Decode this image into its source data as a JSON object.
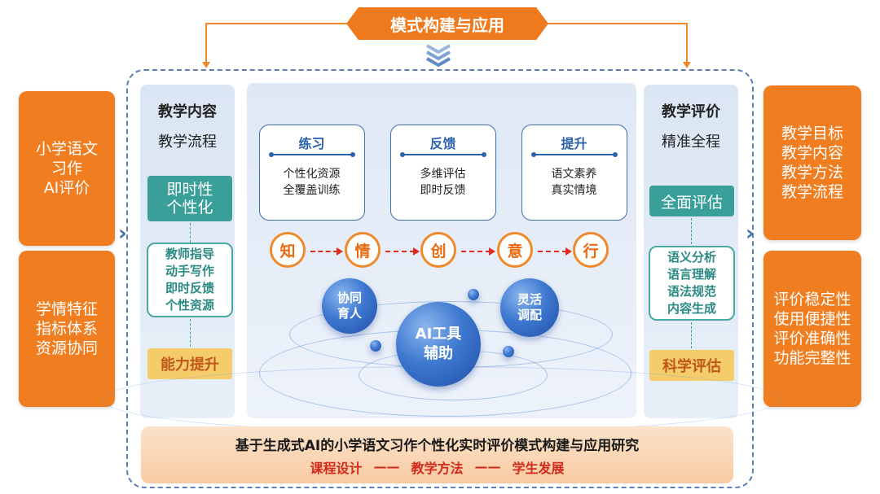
{
  "banner": {
    "label": "模式构建与应用"
  },
  "left_outer": {
    "top_lines": [
      "小学语文",
      "习作",
      "AI评价"
    ],
    "bottom_lines": [
      "学情特征",
      "指标体系",
      "资源协同"
    ]
  },
  "right_outer": {
    "top_lines": [
      "教学目标",
      "教学内容",
      "教学方法",
      "教学流程"
    ],
    "bottom_lines": [
      "评价稳定性",
      "使用便捷性",
      "评价准确性",
      "功能完整性"
    ]
  },
  "left_panel": {
    "title": "教学内容",
    "subtitle": "教学流程",
    "teal_lines": [
      "即时性",
      "个性化"
    ],
    "list": [
      "教师指导",
      "动手写作",
      "即时反馈",
      "个性资源"
    ],
    "bottom": "能力提升"
  },
  "right_panel": {
    "title": "教学评价",
    "subtitle": "精准全程",
    "teal": "全面评估",
    "list": [
      "语义分析",
      "语言理解",
      "语法规范",
      "内容生成"
    ],
    "bottom": "科学评估"
  },
  "cards": [
    {
      "title": "练习",
      "lines": [
        "个性化资源",
        "全覆盖训练"
      ]
    },
    {
      "title": "反馈",
      "lines": [
        "多维评估",
        "即时反馈"
      ]
    },
    {
      "title": "提升",
      "lines": [
        "语文素养",
        "真实情境"
      ]
    }
  ],
  "circles": [
    "知",
    "情",
    "创",
    "意",
    "行"
  ],
  "spheres": {
    "left": [
      "协同",
      "育人"
    ],
    "center": [
      "AI工具",
      "辅助"
    ],
    "right": [
      "灵活",
      "调配"
    ]
  },
  "bottom_bar": {
    "title": "基于生成式AI的小学语文习作个性化实时评价模式构建与应用研究",
    "items": [
      "课程设计",
      "教学方法",
      "学生发展"
    ],
    "connector": "——"
  },
  "colors": {
    "orange": "#f07d20",
    "teal": "#3a9f98",
    "blue": "#2d62ac",
    "red": "#d22a1a",
    "yellow": "#f5cc6a"
  }
}
